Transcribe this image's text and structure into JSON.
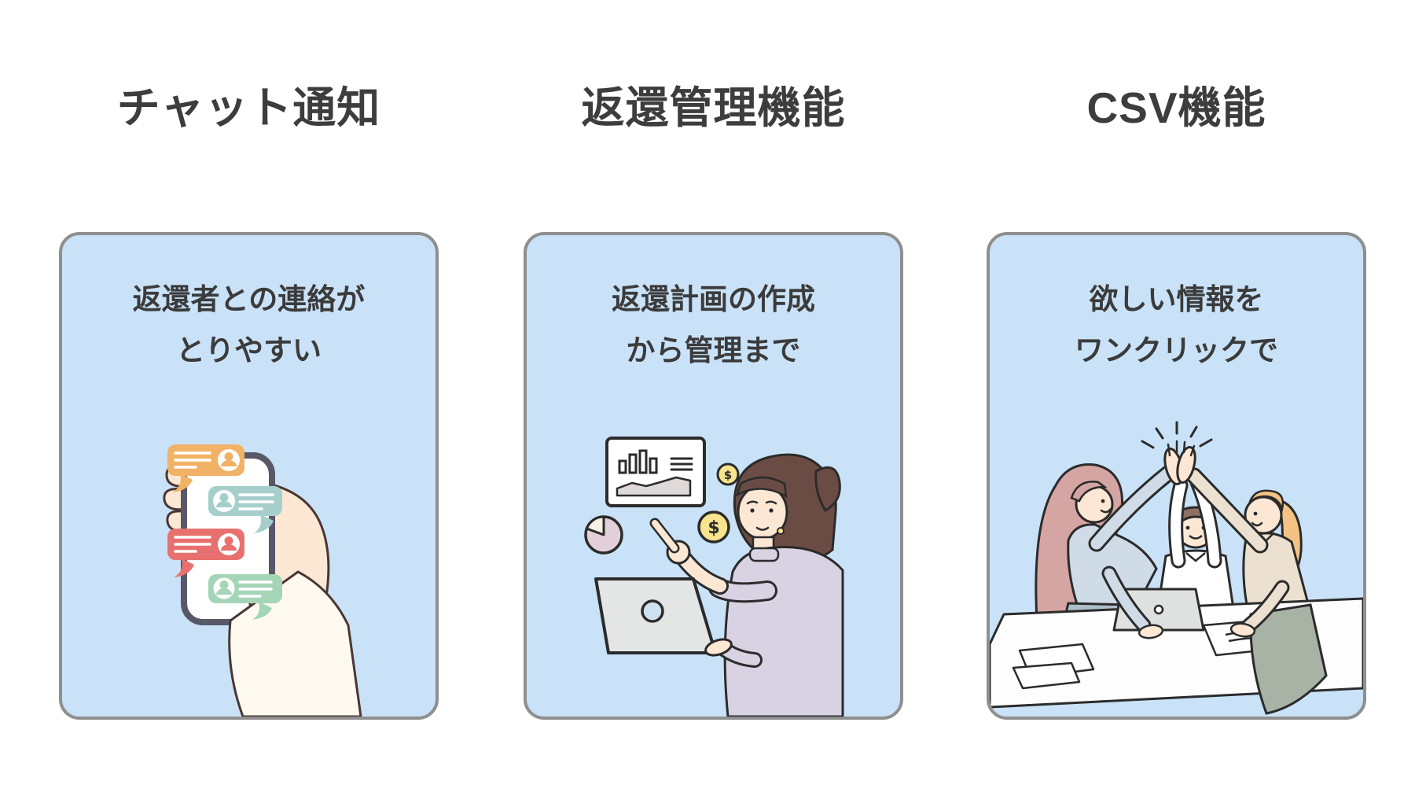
{
  "features": [
    {
      "title": "チャット通知",
      "line1": "返還者との連絡が",
      "line2": "とりやすい",
      "illustration": "hand-holding-smartphone-with-chat-bubbles"
    },
    {
      "title": "返還管理機能",
      "line1": "返還計画の作成",
      "line2": "から管理まで",
      "illustration": "woman-pointing-at-charts-with-laptop-and-coins"
    },
    {
      "title": "CSV機能",
      "line1": "欲しい情報を",
      "line2": "ワンクリックで",
      "illustration": "three-coworkers-high-five-over-desk"
    }
  ],
  "colors": {
    "page_background": "#ffffff",
    "card_background": "#c9e2f8",
    "card_border": "#8f8f8f",
    "heading_text": "#3d3d3d",
    "chat_bubble_orange": "#f2b266",
    "chat_bubble_teal": "#a6cfcb",
    "chat_bubble_red": "#e8716f",
    "chat_bubble_green": "#a4d5b6",
    "coin_yellow": "#f8e48d",
    "skin_tone": "#fce7d4"
  }
}
